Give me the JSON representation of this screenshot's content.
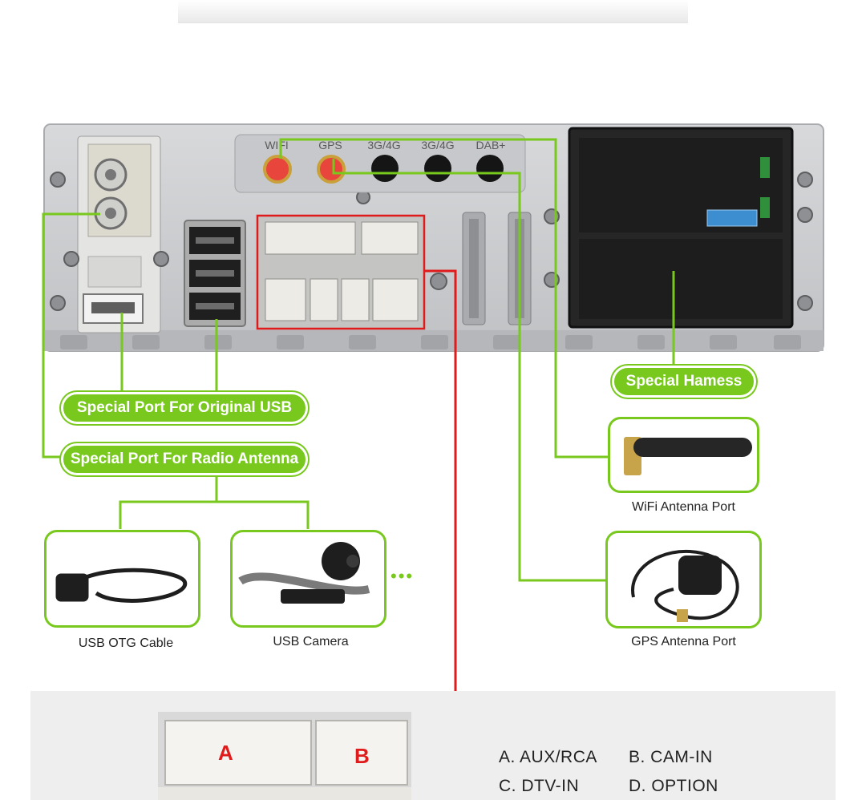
{
  "labels": {
    "original_usb": "Special Port For Original USB",
    "radio_antenna": "Special Port For Radio Antenna",
    "special_harness": "Special Hamess"
  },
  "captions": {
    "wifi": "WiFi Antenna Port",
    "gps": "GPS Antenna Port",
    "usb_otg": "USB OTG Cable",
    "usb_camera": "USB Camera"
  },
  "port_labels": [
    "WIFI",
    "GPS",
    "3G/4G",
    "3G/4G",
    "DAB+"
  ],
  "connector_letters": {
    "a": "A",
    "b": "B"
  },
  "legend": {
    "a": "A. AUX/RCA",
    "b": "B. CAM-IN",
    "c": "C. DTV-IN",
    "d": "D. OPTION"
  },
  "more_indicator": "•••",
  "colors": {
    "accent": "#78c81e",
    "highlight": "#e01b1b",
    "panel": "#c9cacc"
  }
}
